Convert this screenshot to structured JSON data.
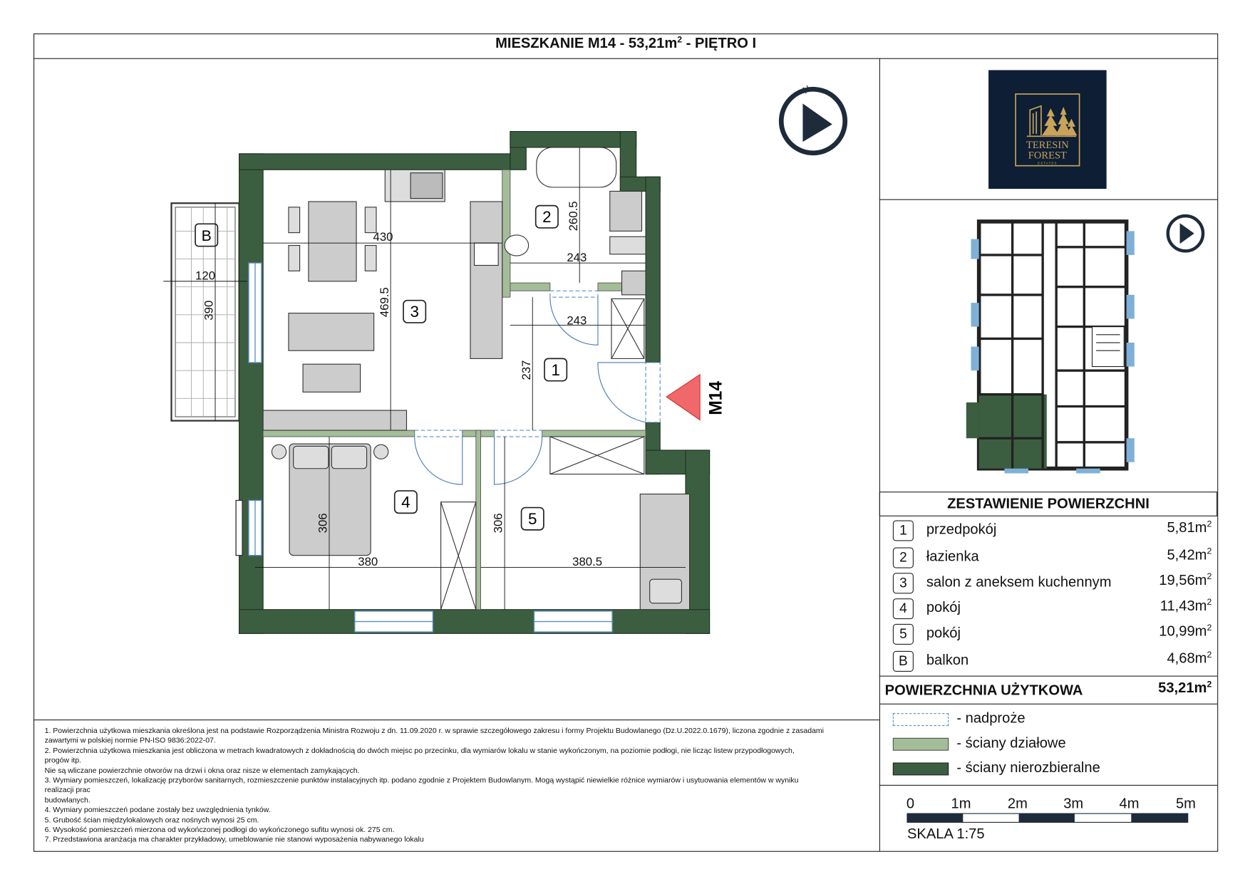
{
  "header": {
    "title_main": "MIESZKANIE M14 - 53,21m",
    "title_sup": "2",
    "title_tail": " - PIĘTRO I"
  },
  "logo": {
    "line1": "TERESIN",
    "line2": "FOREST",
    "line3": "ESTATES"
  },
  "compass": {
    "label": "N"
  },
  "plan": {
    "entrance_label": "M14",
    "balcony_label": "B",
    "rooms": [
      "1",
      "2",
      "3",
      "4",
      "5"
    ],
    "dimensions": {
      "d430": "430",
      "d469": "469.5",
      "d260": "260.5",
      "d243a": "243",
      "d243b": "243",
      "d237": "237",
      "d120": "120",
      "d390": "390",
      "d306a": "306",
      "d380": "380",
      "d306b": "306",
      "d380_5": "380.5"
    }
  },
  "summary": {
    "title": "ZESTAWIENIE POWIERZCHNI",
    "sup": "2",
    "rows": [
      {
        "num": "1",
        "name": "przedpokój",
        "area": "5,81m"
      },
      {
        "num": "2",
        "name": "łazienka",
        "area": "5,42m"
      },
      {
        "num": "3",
        "name": "salon z aneksem kuchennym",
        "area": "19,56m"
      },
      {
        "num": "4",
        "name": "pokój",
        "area": "11,43m"
      },
      {
        "num": "5",
        "name": "pokój",
        "area": "10,99m"
      },
      {
        "num": "B",
        "name": "balkon",
        "area": "4,68m"
      }
    ],
    "total_label": "POWIERZCHNIA UŻYTKOWA",
    "total_value": "53,21m"
  },
  "legend": [
    {
      "label": "- nadproże",
      "color": "#5a8fc0"
    },
    {
      "label": "- ściany działowe",
      "color": "#a3bd98"
    },
    {
      "label": "- ściany nierozbieralne",
      "color": "#3c5e40"
    }
  ],
  "scale": {
    "ticks": [
      "0",
      "1m",
      "2m",
      "3m",
      "4m",
      "5m"
    ],
    "label": "SKALA 1:75"
  },
  "notes": [
    "1. Powierzchnia użytkowa mieszkania określona jest na podstawie Rozporządzenia Ministra Rozwoju z dn. 11.09.2020 r. w sprawie szczegółowego zakresu i formy Projektu Budowlanego (Dz.U.2022.0.1679), liczona zgodnie z zasadami",
    "zawartymi w polskiej normie PN-ISO 9836:2022-07.",
    "2. Powierzchnia użytkowa mieszkania jest obliczona w metrach kwadratowych z dokładnością do dwóch miejsc po przecinku, dla wymiarów lokalu w stanie wykończonym, na poziomie podłogi, nie licząc listew przypodłogowych,",
    "progów itp.",
    "Nie są wliczane powierzchnie otworów na drzwi i okna oraz nisze w elementach zamykających.",
    "3. Wymiary pomieszczeń, lokalizację przyborów sanitarnych, rozmieszczenie punktów instalacyjnych itp. podano zgodnie z Projektem Budowlanym. Mogą wystąpić niewielkie różnice wymiarów i usytuowania elementów w wyniku",
    "realizacji prac",
    "budowlanych.",
    "4. Wymiary pomieszczeń podane zostały bez uwzględnienia tynków.",
    "5. Grubość ścian międzylokalowych oraz nośnych wynosi 25 cm.",
    "6. Wysokość pomieszczeń mierzona od wykończonej podłogi do wykończonego sufitu wynosi ok. 275 cm.",
    "7. Przedstawiona aranżacja ma charakter przykładowy, umeblowanie nie stanowi wyposażenia nabywanego lokalu"
  ]
}
